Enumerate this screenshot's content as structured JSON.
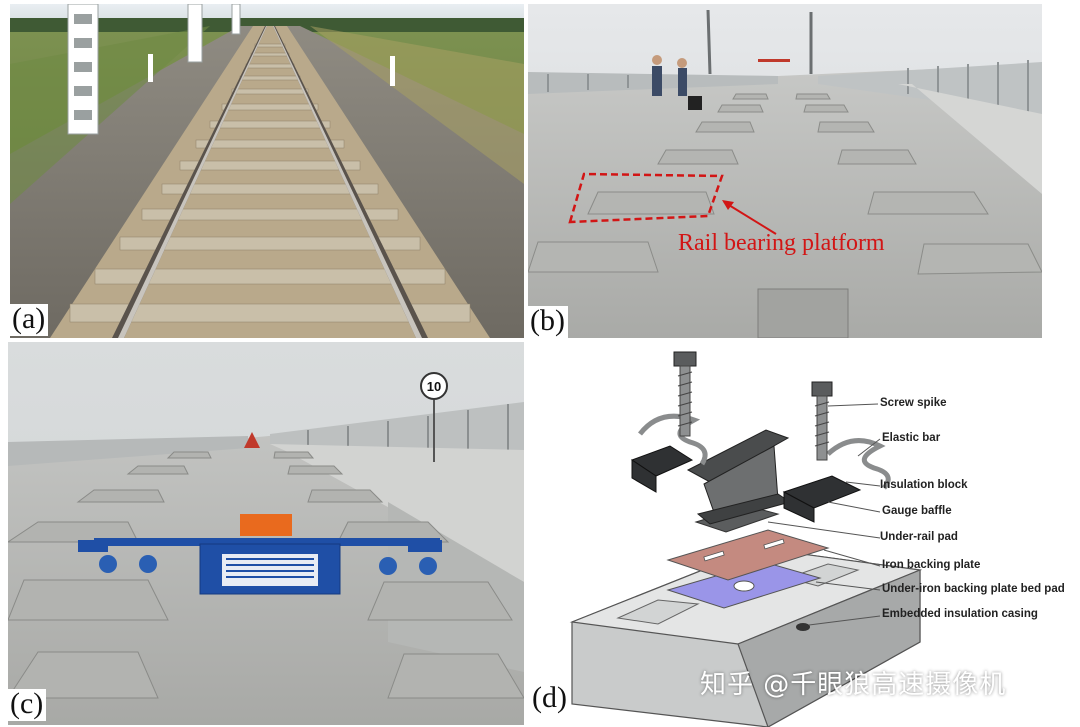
{
  "panels": {
    "a": {
      "label": "(a)"
    },
    "b": {
      "label": "(b)",
      "annotation": "Rail bearing platform"
    },
    "c": {
      "label": "(c)",
      "sign_number": "10"
    },
    "d": {
      "label": "(d)",
      "callouts": {
        "screw_spike": "Screw spike",
        "elastic_bar": "Elastic bar",
        "insulation_block": "Insulation block",
        "gauge_baffle": "Gauge baffle",
        "under_rail_pad": "Under-rail pad",
        "iron_backing_plate": "Iron backing plate",
        "under_iron_pad": "Under-iron backing plate bed pad",
        "embedded_casing": "Embedded insulation casing"
      }
    }
  },
  "watermark": "知乎 @千眼狼高速摄像机",
  "colors": {
    "annotation_red": "#d21515",
    "under_rail_pad": "#c48a80",
    "under_iron_pad": "#9a95e8",
    "vehicle_blue": "#1f4fa6",
    "vehicle_orange": "#e96a1e"
  }
}
